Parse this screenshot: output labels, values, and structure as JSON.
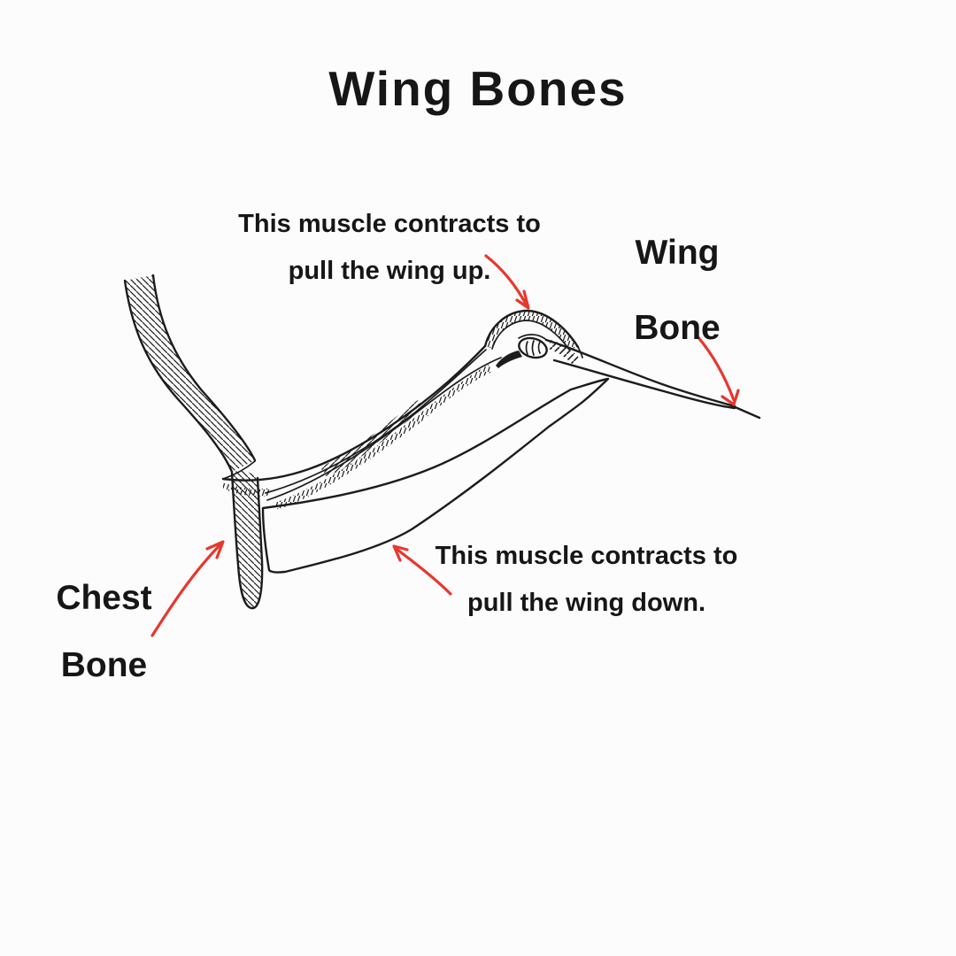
{
  "title": "Wing Bones",
  "labels": {
    "upper_muscle": {
      "line1": "This muscle contracts to",
      "line2": "pull the wing up."
    },
    "wing_bone": {
      "line1": "Wing",
      "line2": "Bone"
    },
    "chest_bone": {
      "line1": "Chest",
      "line2": "Bone"
    },
    "lower_muscle": {
      "line1": "This muscle contracts to",
      "line2": "pull the wing down."
    }
  },
  "colors": {
    "ink": "#1c1c1c",
    "arrow": "#e7382d",
    "paper": "#fcfcfd",
    "text": "#161616"
  }
}
